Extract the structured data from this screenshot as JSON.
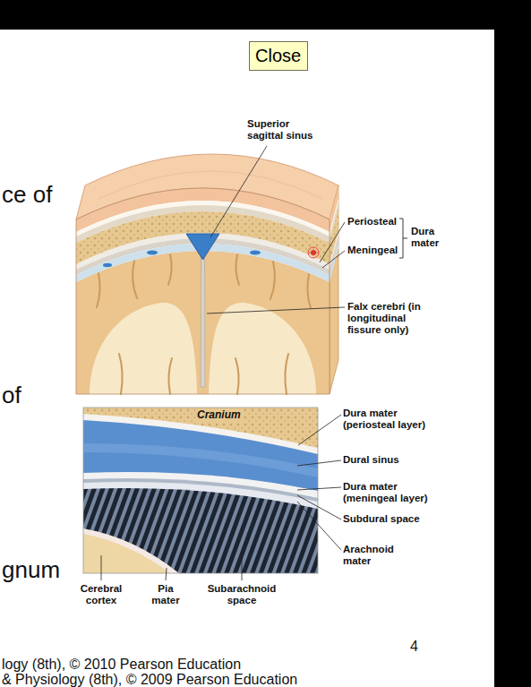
{
  "diagram": {
    "nodes": [
      {
        "text": [
          "Close"
        ]
      }
    ],
    "labels": [
      "ce of",
      "Superior sagittal sinus",
      "Periosteal",
      "Meningeal",
      "Dura mater",
      "Falx cerebri (in longitudinal fissure only)",
      "of",
      "Cranium",
      "Dura mater (periosteal layer)",
      "Dural sinus",
      "Dura mater (meningeal layer)",
      "Subdural space",
      "Arachnoid mater",
      "gnum",
      "Cerebral cortex",
      "Pia mater",
      "Subarachnoid space",
      "4",
      "logy (8th), © 2010 Pearson Education",
      "& Physiology (8th), © 2009 Pearson Education"
    ]
  }
}
